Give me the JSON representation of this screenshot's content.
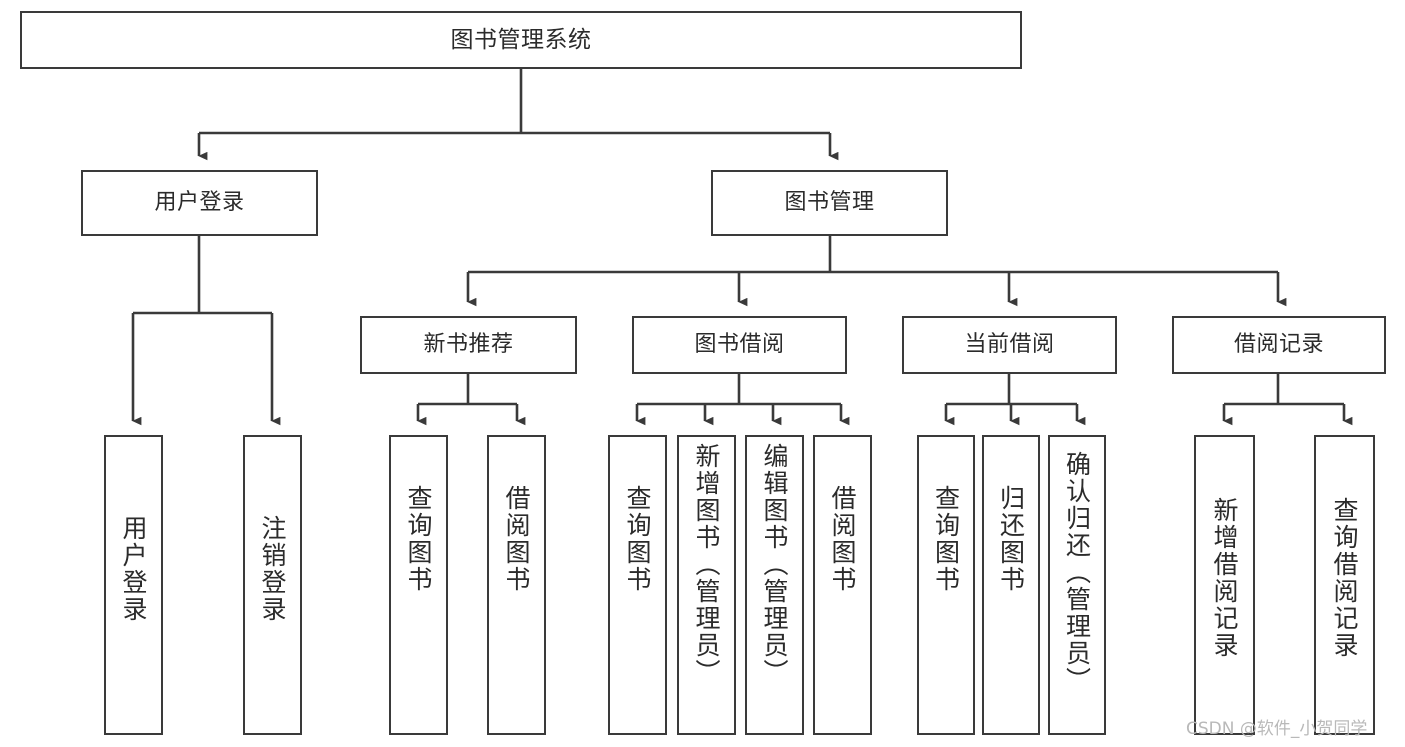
{
  "diagram": {
    "title": "图书管理系统",
    "type": "tree-hierarchy",
    "watermark": "CSDN @软件_小贺同学",
    "colors": {
      "border": "#3a3a3a",
      "background": "#ffffff",
      "text": "#2b2b2b",
      "watermark": "#b9b9b9"
    },
    "levels": {
      "root": "图书管理系统",
      "level2": [
        "用户登录",
        "图书管理"
      ],
      "level3": [
        "新书推荐",
        "图书借阅",
        "当前借阅",
        "借阅记录"
      ]
    },
    "nodes": {
      "root": "图书管理系统",
      "user_login": "用户登录",
      "book_manage": "图书管理",
      "new_book_rec": "新书推荐",
      "book_borrow": "图书借阅",
      "current_borrow": "当前借阅",
      "borrow_record": "借阅记录",
      "leaf_user_login": "用户登录",
      "leaf_logout": "注销登录",
      "leaf_query_book_a": "查询图书",
      "leaf_borrow_book_a": "借阅图书",
      "leaf_query_book_b": "查询图书",
      "leaf_add_book": "新增图书（管理员）",
      "leaf_edit_book": "编辑图书（管理员）",
      "leaf_borrow_book_b": "借阅图书",
      "leaf_query_book_c": "查询图书",
      "leaf_return_book": "归还图书",
      "leaf_confirm_return": "确认归还（管理员）",
      "leaf_add_record": "新增借阅记录",
      "leaf_query_record": "查询借阅记录"
    },
    "tree": {
      "name": "图书管理系统",
      "children": [
        {
          "name": "用户登录",
          "children": [
            {
              "name": "用户登录"
            },
            {
              "name": "注销登录"
            }
          ]
        },
        {
          "name": "图书管理",
          "children": [
            {
              "name": "新书推荐",
              "children": [
                {
                  "name": "查询图书"
                },
                {
                  "name": "借阅图书"
                }
              ]
            },
            {
              "name": "图书借阅",
              "children": [
                {
                  "name": "查询图书"
                },
                {
                  "name": "新增图书（管理员）"
                },
                {
                  "name": "编辑图书（管理员）"
                },
                {
                  "name": "借阅图书"
                }
              ]
            },
            {
              "name": "当前借阅",
              "children": [
                {
                  "name": "查询图书"
                },
                {
                  "name": "归还图书"
                },
                {
                  "name": "确认归还（管理员）"
                }
              ]
            },
            {
              "name": "借阅记录",
              "children": [
                {
                  "name": "新增借阅记录"
                },
                {
                  "name": "查询借阅记录"
                }
              ]
            }
          ]
        }
      ]
    }
  }
}
